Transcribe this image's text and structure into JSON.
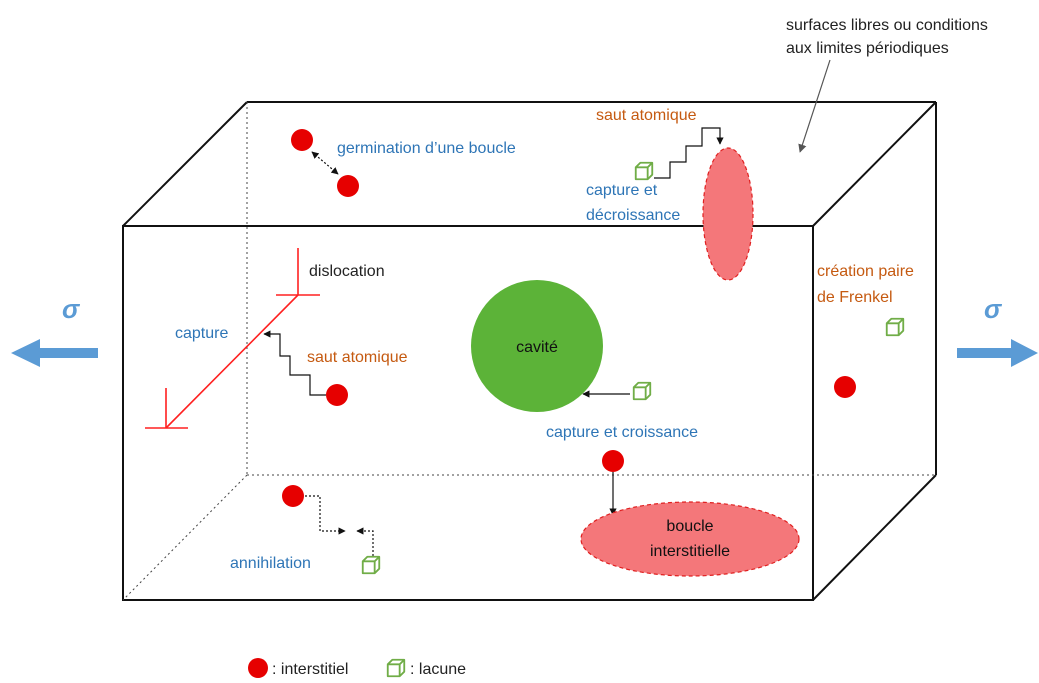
{
  "colors": {
    "blue_text": "#2e75b6",
    "orange_text": "#c55a11",
    "black_text": "#222222",
    "interstitial": "#e60000",
    "lacune": "#70ad47",
    "cavity": "#5cb338",
    "loop_fill": "#f4777a",
    "loop_stroke": "#e02020",
    "stress_arrow": "#5b9bd5",
    "dislocation": "#ff2020"
  },
  "labels": {
    "surfaces_line1": "surfaces libres ou conditions",
    "surfaces_line2": "aux limites périodiques",
    "saut_top": "saut atomique",
    "germination": "germination d’une boucle",
    "capture_decr_line1": "capture et",
    "capture_decr_line2": "décroissance",
    "dislocation": "dislocation",
    "creation_line1": "création paire",
    "creation_line2": "de Frenkel",
    "capture": "capture",
    "saut_mid": "saut atomique",
    "cavite": "cavité",
    "capture_croissance": "capture et croissance",
    "annihilation": "annihilation",
    "boucle_line1": "boucle",
    "boucle_line2": "interstitielle",
    "sigma_left": "σ",
    "sigma_right": "σ"
  },
  "legend": {
    "interstitiel": ": interstitiel",
    "lacune": ": lacune"
  },
  "icons": [
    "interstitial-icon",
    "vacancy-cube-icon",
    "stress-arrow-icon",
    "dislocation-symbol-icon"
  ]
}
